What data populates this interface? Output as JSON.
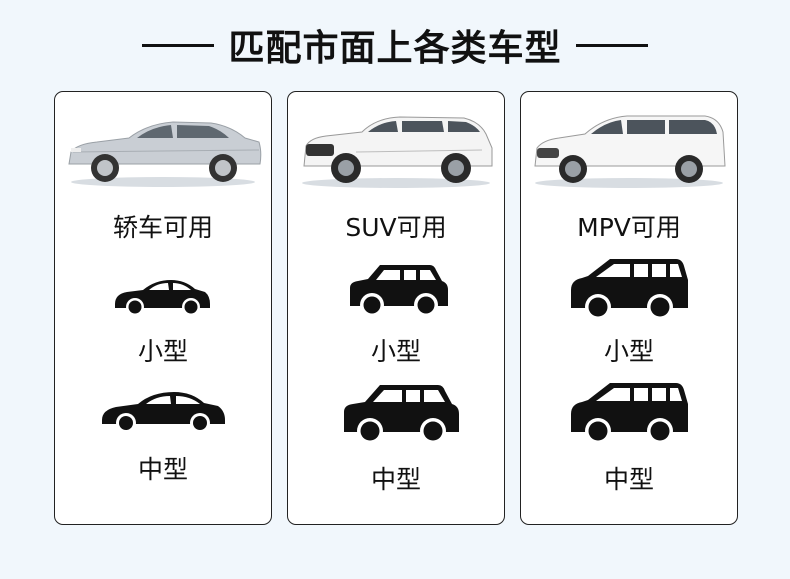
{
  "header": {
    "title": "匹配市面上各类车型"
  },
  "cards": [
    {
      "title": "轿车可用",
      "photo": "white-sedan-photo",
      "sizes": [
        "小型",
        "中型"
      ]
    },
    {
      "title": "SUV可用",
      "photo": "white-suv-photo",
      "sizes": [
        "小型",
        "中型"
      ]
    },
    {
      "title": "MPV可用",
      "photo": "white-mpv-photo",
      "sizes": [
        "小型",
        "中型"
      ]
    }
  ],
  "colors": {
    "background": "#f1f7fc",
    "card": "#ffffff",
    "icon": "#111111",
    "border": "#222222"
  }
}
